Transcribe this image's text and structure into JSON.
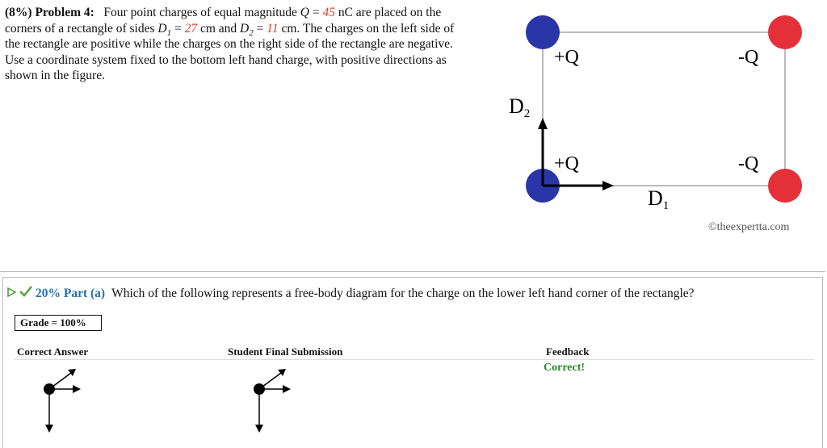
{
  "problem": {
    "percent": "(8%)",
    "label": "Problem 4:",
    "t1": "Four point charges of equal magnitude",
    "q_var": "Q",
    "eq": "=",
    "q_val": "45",
    "q_unit": "nC are placed on the",
    "t2": "corners of a rectangle of sides",
    "d1_var": "D",
    "d1_sub": "1",
    "d1_val": "27",
    "t3": "cm and",
    "d2_var": "D",
    "d2_sub": "2",
    "d2_val": "11",
    "t4": "cm. The charges on the left side of",
    "t5": "the rectangle are positive while the charges on the right side of the rectangle are negative.",
    "t6": "Use a coordinate system fixed to the bottom left hand charge, with positive directions as",
    "t7": "shown in the figure."
  },
  "figure": {
    "tl_label": "+Q",
    "tr_label": "-Q",
    "bl_label": "+Q",
    "br_label": "-Q",
    "d2_main": "D",
    "d2_sub": "2",
    "d1_main": "D",
    "d1_sub": "1",
    "positive_color": "#2a35a8",
    "negative_color": "#e5303a",
    "copyright": "©theexpertta.com"
  },
  "part": {
    "label": "20% Part (a)",
    "question": "Which of the following represents a free-body diagram for the charge on the lower left hand corner of the rectangle?",
    "grade": "Grade = 100%",
    "col_correct": "Correct Answer",
    "col_submission": "Student Final Submission",
    "col_feedback": "Feedback",
    "feedback": "Correct!",
    "icons": [
      "play-triangle-icon",
      "checkmark-icon"
    ]
  }
}
